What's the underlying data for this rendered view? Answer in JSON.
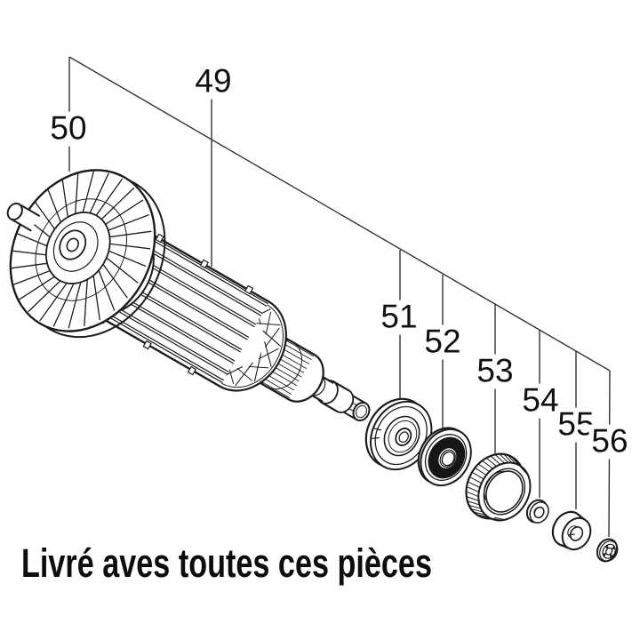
{
  "caption": {
    "text": "Livré aves toutes ces pièces"
  },
  "parts": [
    {
      "number": "49"
    },
    {
      "number": "50"
    },
    {
      "number": "51"
    },
    {
      "number": "52"
    },
    {
      "number": "53"
    },
    {
      "number": "54"
    },
    {
      "number": "55"
    },
    {
      "number": "56"
    }
  ],
  "colors": {
    "line": "#1c1c1c",
    "leader_line": "#333333",
    "background": "#ffffff",
    "bearing_seal": "#161616",
    "label_text": "#111111"
  }
}
